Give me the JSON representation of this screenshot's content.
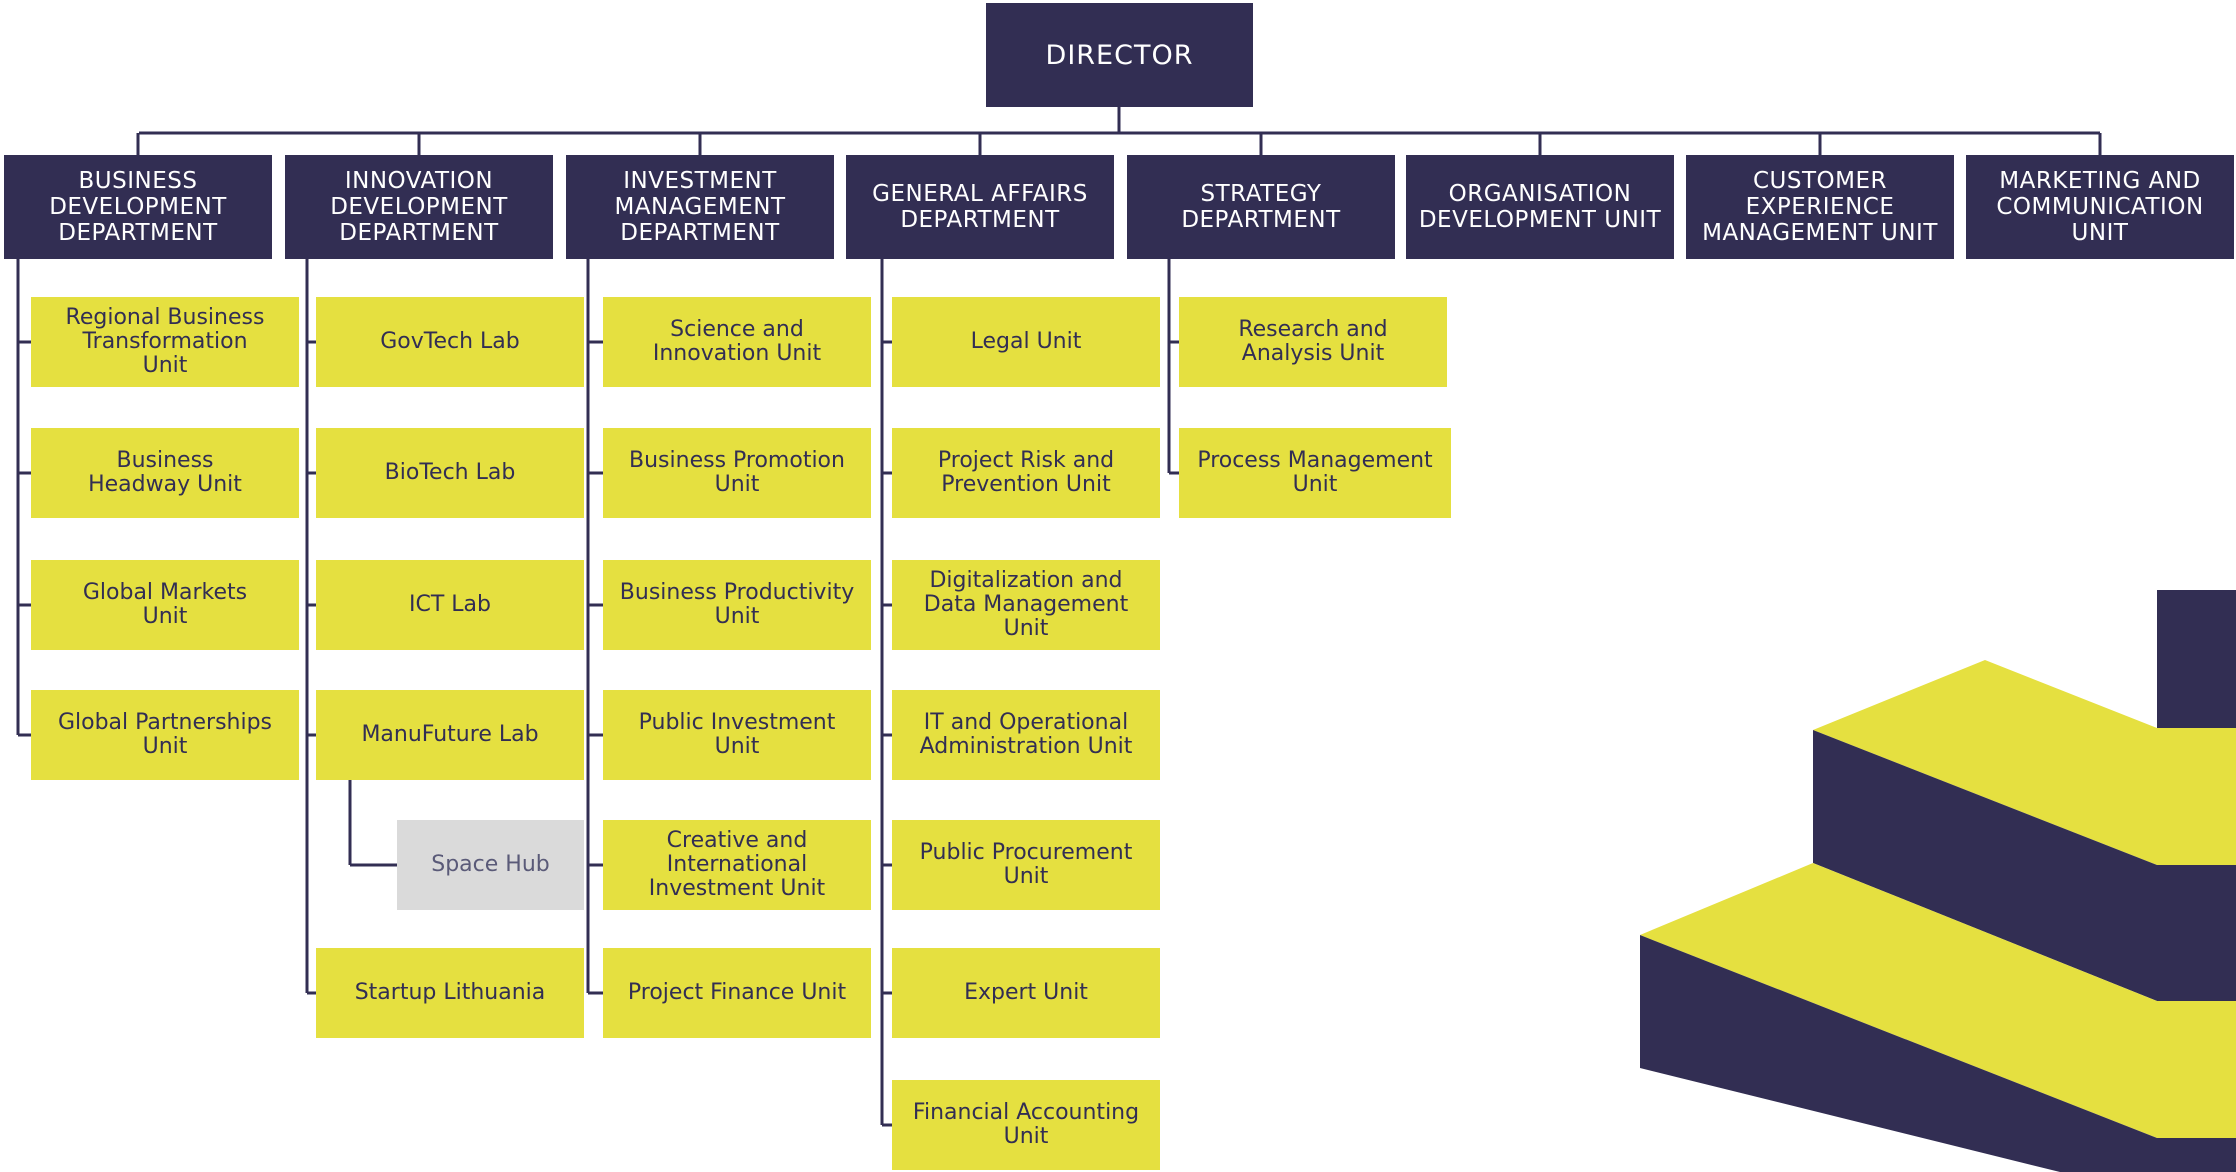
{
  "colors": {
    "navy": "#322e53",
    "yellow": "#e5e040",
    "grey": "#dadada",
    "grey_text": "#5a5a78"
  },
  "director": "DIRECTOR",
  "departments": [
    {
      "name": "BUSINESS\nDEVELOPMENT\nDEPARTMENT",
      "units": [
        "Regional Business\nTransformation\nUnit",
        "Business\nHeadway Unit",
        "Global Markets\nUnit",
        "Global Partnerships\nUnit"
      ]
    },
    {
      "name": "INNOVATION\nDEVELOPMENT\nDEPARTMENT",
      "units": [
        "GovTech Lab",
        "BioTech Lab",
        "ICT Lab",
        "ManuFuture Lab",
        "Startup Lithuania"
      ],
      "subunit": {
        "parent": "ManuFuture Lab",
        "name": "Space Hub"
      }
    },
    {
      "name": "INVESTMENT\nMANAGEMENT\nDEPARTMENT",
      "units": [
        "Science and\nInnovation Unit",
        "Business Promotion\nUnit",
        "Business Productivity\nUnit",
        "Public Investment\nUnit",
        "Creative and\nInternational\nInvestment Unit",
        "Project Finance Unit"
      ]
    },
    {
      "name": "GENERAL AFFAIRS\nDEPARTMENT",
      "units": [
        "Legal Unit",
        "Project Risk and\nPrevention Unit",
        "Digitalization and\nData Management\nUnit",
        "IT and Operational\nAdministration Unit",
        "Public Procurement\nUnit",
        "Expert Unit",
        "Financial Accounting\nUnit"
      ]
    },
    {
      "name": "STRATEGY\nDEPARTMENT",
      "units": [
        "Research and\nAnalysis Unit",
        "Process Management\nUnit"
      ]
    },
    {
      "name": "ORGANISATION\nDEVELOPMENT UNIT",
      "units": []
    },
    {
      "name": "CUSTOMER\nEXPERIENCE\nMANAGEMENT UNIT",
      "units": []
    },
    {
      "name": "MARKETING AND\nCOMMUNICATION\nUNIT",
      "units": []
    }
  ]
}
